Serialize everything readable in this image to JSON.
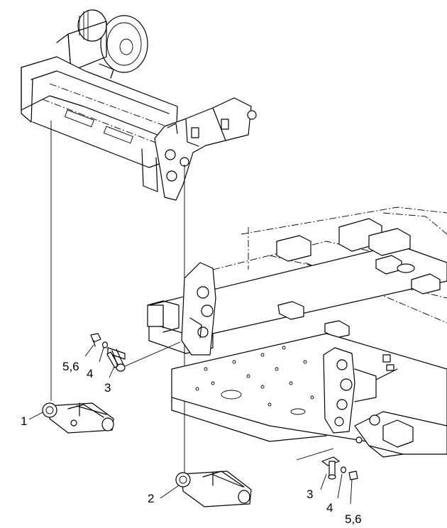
{
  "callouts": [
    {
      "id": "c1",
      "text": "1"
    },
    {
      "id": "c2",
      "text": "2"
    },
    {
      "id": "c3a",
      "text": "3"
    },
    {
      "id": "c4a",
      "text": "4"
    },
    {
      "id": "c56a",
      "text": "5,6"
    },
    {
      "id": "c3b",
      "text": "3"
    },
    {
      "id": "c4b",
      "text": "4"
    },
    {
      "id": "c56b",
      "text": "5,6"
    }
  ]
}
